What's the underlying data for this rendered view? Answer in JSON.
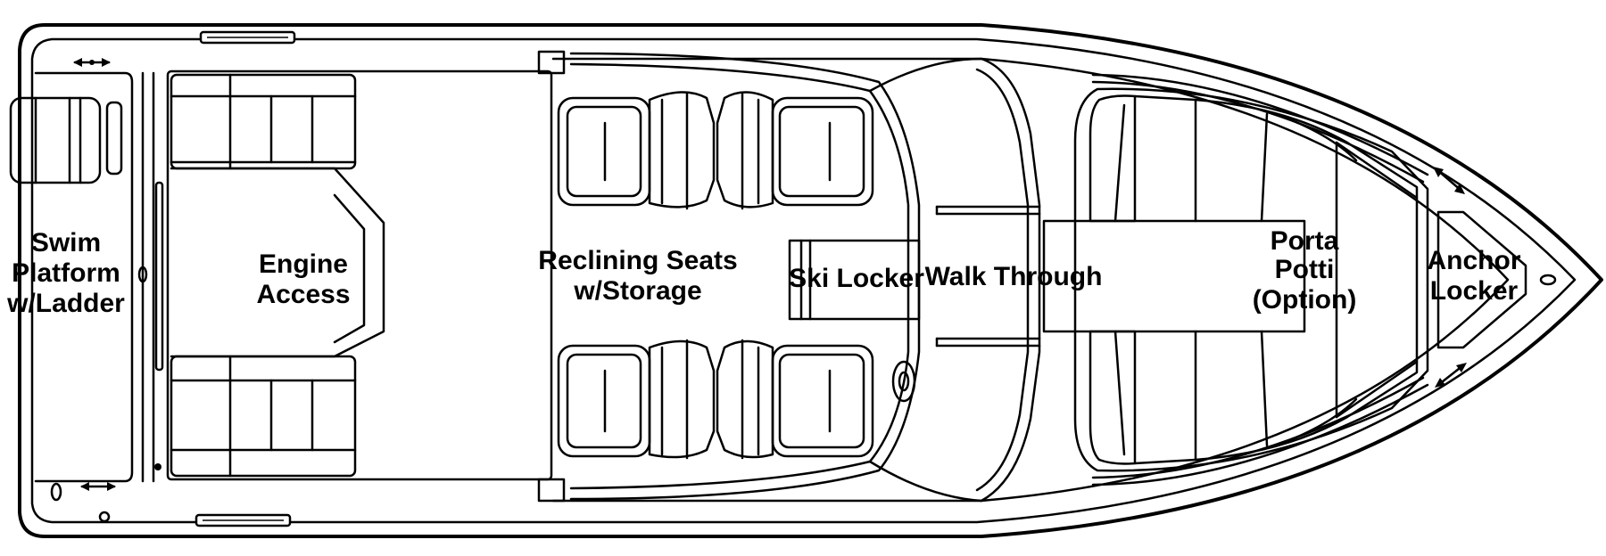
{
  "labels": {
    "swim_1": "Swim",
    "swim_2": "Platform",
    "swim_3": "w/Ladder",
    "engine_1": "Engine",
    "engine_2": "Access",
    "seats_1": "Reclining Seats",
    "seats_2": "w/Storage",
    "ski": "Ski Locker",
    "walk": "Walk Through",
    "porta_1": "Porta",
    "porta_2": "Potti",
    "porta_3": "(Option)",
    "anchor_1": "Anchor",
    "anchor_2": "Locker"
  }
}
